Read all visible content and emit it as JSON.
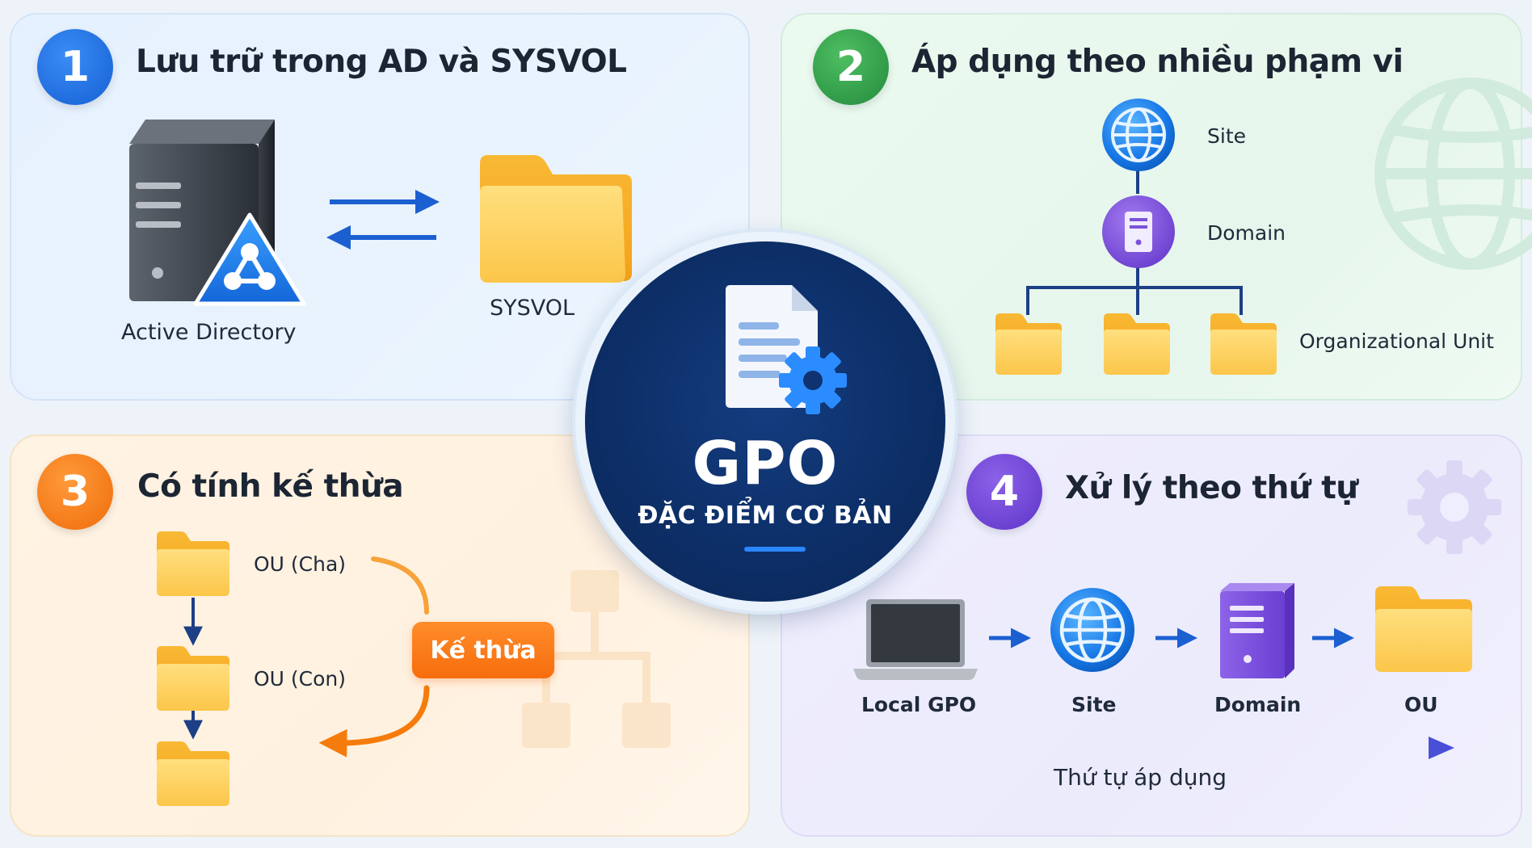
{
  "center": {
    "title": "GPO",
    "subtitle": "ĐẶC ĐIỂM CƠ BẢN"
  },
  "panels": [
    {
      "number": "1",
      "title": "Lưu trữ trong AD và SYSVOL",
      "labels": {
        "server": "Active Directory",
        "folder": "SYSVOL"
      },
      "color": "#1a73e8"
    },
    {
      "number": "2",
      "title": "Áp dụng theo nhiều phạm vi",
      "labels": {
        "site": "Site",
        "domain": "Domain",
        "ou": "Organizational Unit"
      },
      "color": "#2e9a48"
    },
    {
      "number": "3",
      "title": "Có tính kế thừa",
      "labels": {
        "parent": "OU (Cha)",
        "child": "OU (Con)",
        "inherit": "Kế thừa"
      },
      "color": "#f57c0c"
    },
    {
      "number": "4",
      "title": "Xử lý theo thứ tự",
      "labels": {
        "local": "Local GPO",
        "site": "Site",
        "domain": "Domain",
        "ou": "OU",
        "order": "Thứ tự áp dụng"
      },
      "color": "#6f46d6"
    }
  ],
  "icons": [
    "server-icon",
    "active-directory-icon",
    "folder-icon",
    "globe-icon",
    "document-gear-icon",
    "laptop-icon",
    "gear-icon"
  ]
}
